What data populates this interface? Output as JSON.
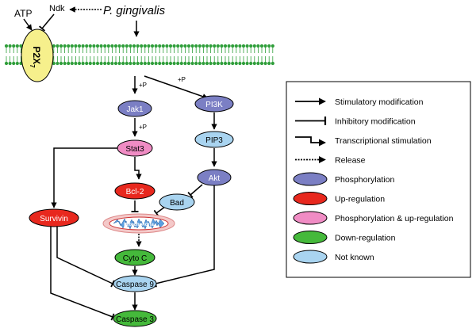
{
  "top": {
    "atp": "ATP",
    "ndk": "Ndk",
    "pathogen": "P. gingivalis",
    "receptor": "P2X",
    "receptor_sub": "7"
  },
  "nodes": {
    "jak1": "Jak1",
    "pi3k": "PI3K",
    "stat3": "Stat3",
    "pip3": "PIP3",
    "akt": "Akt",
    "bcl2": "Bcl-2",
    "bad": "Bad",
    "survivin": "Survivin",
    "mitochondria": "Mitochondria",
    "cyto_c": "Cyto C",
    "caspase9": "Caspase 9",
    "caspase3": "Caspase 3"
  },
  "edge_labels": {
    "atp_jak1": "+P",
    "atp_pi3k": "+P",
    "jak1_stat3": "+P"
  },
  "legend": [
    {
      "label": "Stimulatory modification",
      "icon": "stimulatory-arrow-icon"
    },
    {
      "label": "Inhibitory modification",
      "icon": "inhibitory-bar-icon"
    },
    {
      "label": "Transcriptional stimulation",
      "icon": "transcriptional-arrow-icon"
    },
    {
      "label": "Release",
      "icon": "dotted-arrow-icon"
    },
    {
      "label": "Phosphorylation",
      "icon": "blue-ellipse-icon",
      "color": "#7b7fc4"
    },
    {
      "label": "Up-regulation",
      "icon": "red-ellipse-icon",
      "color": "#e8281e"
    },
    {
      "label": "Phosphorylation & up-regulation",
      "icon": "pink-ellipse-icon",
      "color": "#f08cc4"
    },
    {
      "label": "Down-regulation",
      "icon": "green-ellipse-icon",
      "color": "#45b93b"
    },
    {
      "label": "Not known",
      "icon": "lightblue-ellipse-icon",
      "color": "#a9d4f0"
    }
  ],
  "colors": {
    "phosphorylation": "#7b7fc4",
    "upregulation": "#e8281e",
    "phos_upregulation": "#f08cc4",
    "downregulation": "#45b93b",
    "not_known": "#a9d4f0",
    "receptor": "#f6f08c",
    "membrane": "#2f9e3a"
  }
}
